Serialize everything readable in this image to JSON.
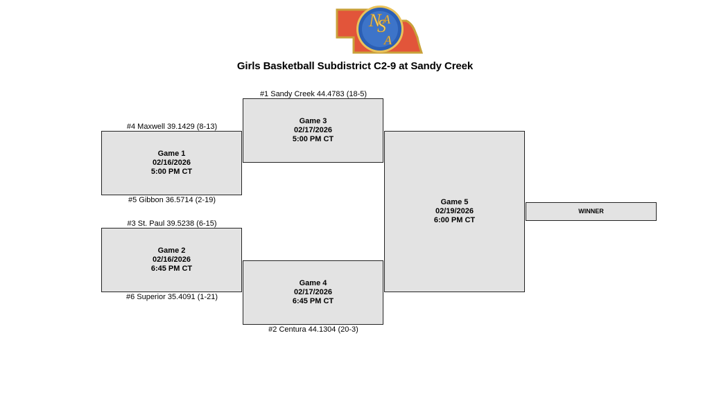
{
  "title": "Girls Basketball Subdistrict C2-9 at Sandy Creek",
  "logo": {
    "text_letters": [
      "N",
      "S",
      "A",
      "A"
    ],
    "colors": {
      "state_fill": "#e2553a",
      "state_edge": "#c9a13a",
      "badge_blue": "#2b5fb5",
      "badge_gold": "#e9c25a"
    }
  },
  "games": {
    "game1": {
      "name": "Game 1",
      "date": "02/16/2026",
      "time": "5:00 PM CT"
    },
    "game2": {
      "name": "Game 2",
      "date": "02/16/2026",
      "time": "6:45 PM CT"
    },
    "game3": {
      "name": "Game 3",
      "date": "02/17/2026",
      "time": "5:00 PM CT"
    },
    "game4": {
      "name": "Game 4",
      "date": "02/17/2026",
      "time": "6:45 PM CT"
    },
    "game5": {
      "name": "Game 5",
      "date": "02/19/2026",
      "time": "6:00 PM CT"
    }
  },
  "teams": {
    "seed1": "#1 Sandy Creek 44.4783 (18-5)",
    "seed2": "#2 Centura 44.1304 (20-3)",
    "seed3": "#3 St. Paul 39.5238 (6-15)",
    "seed4": "#4 Maxwell 39.1429 (8-13)",
    "seed5": "#5 Gibbon 36.5714 (2-19)",
    "seed6": "#6 Superior 35.4091 (1-21)"
  },
  "winner_label": "WINNER"
}
